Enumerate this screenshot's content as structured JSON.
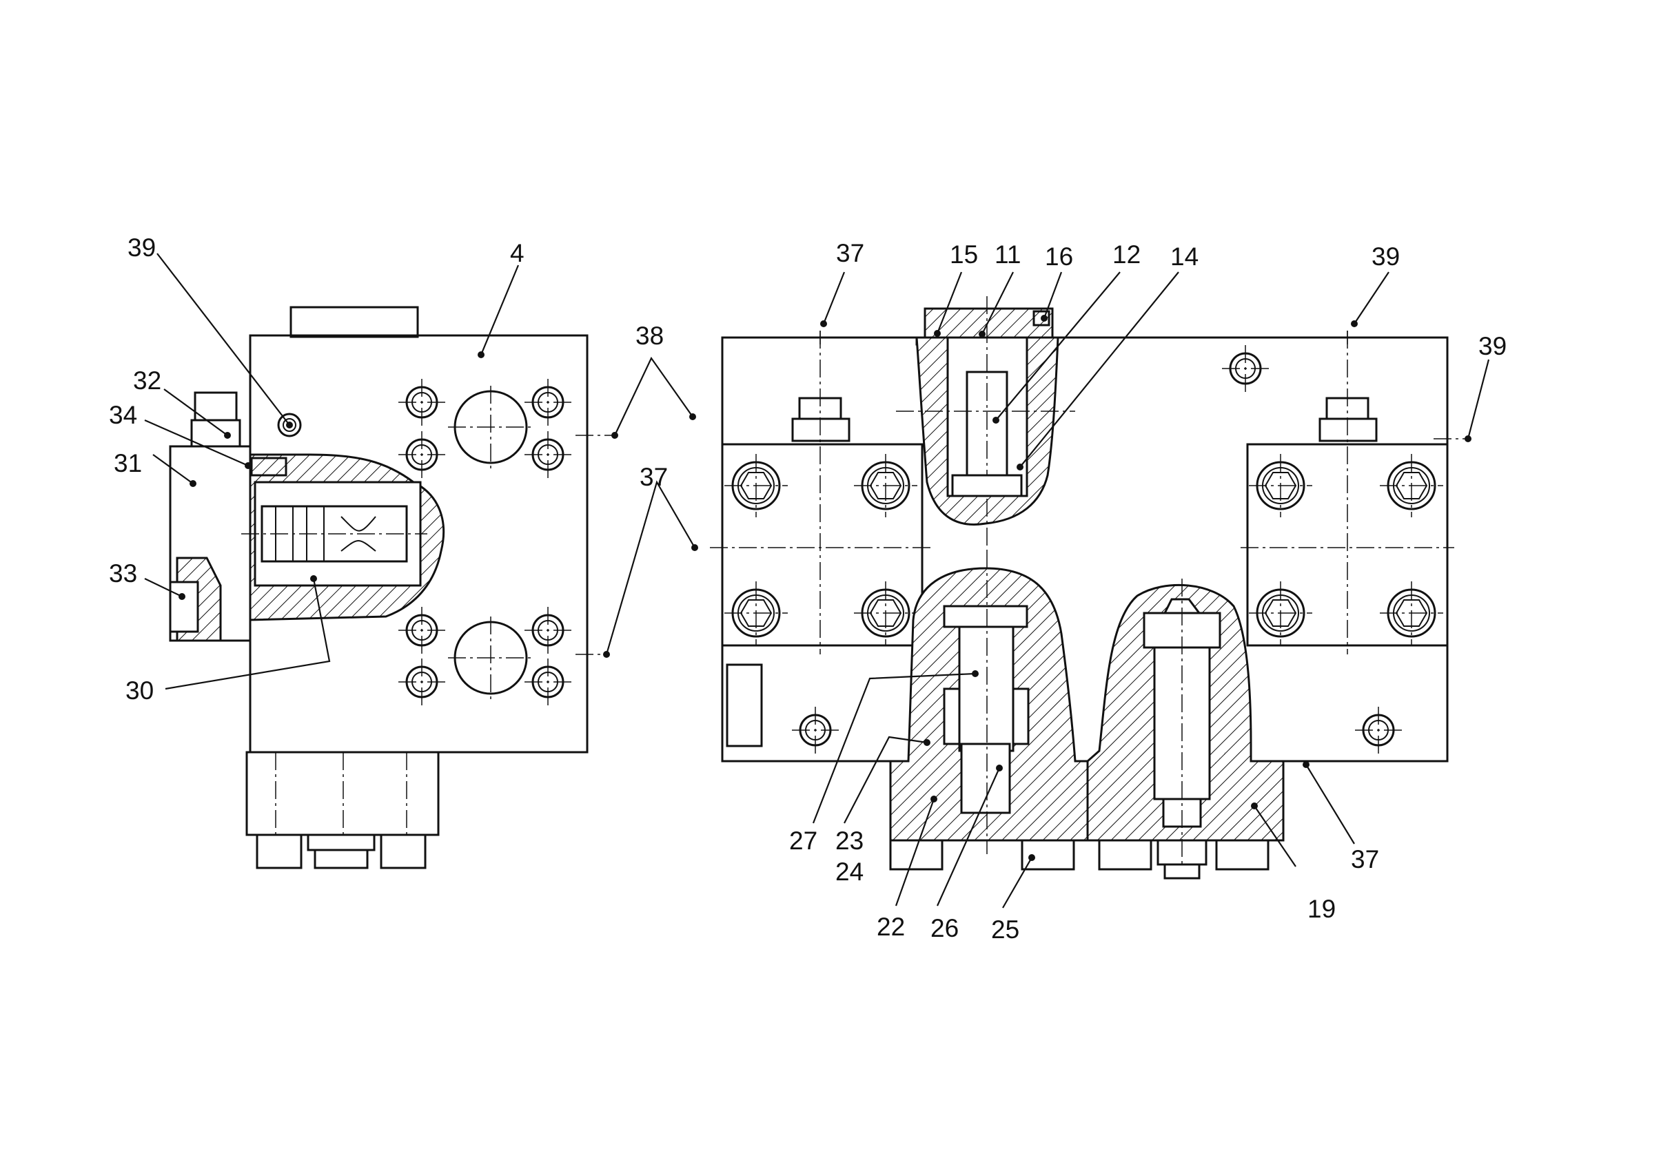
{
  "labels": {
    "l39a": "39",
    "l4": "4",
    "l32": "32",
    "l34": "34",
    "l31": "31",
    "l33": "33",
    "l30": "30",
    "l38": "38",
    "l37a": "37",
    "l37b": "37",
    "l15": "15",
    "l11": "11",
    "l16": "16",
    "l12": "12",
    "l14": "14",
    "l39b": "39",
    "l39c": "39",
    "l27": "27",
    "l23": "23",
    "l24": "24",
    "l22": "22",
    "l26": "26",
    "l25": "25",
    "l19": "19",
    "l37c": "37"
  },
  "colors": {
    "ink": "#111111",
    "paper": "#ffffff"
  }
}
